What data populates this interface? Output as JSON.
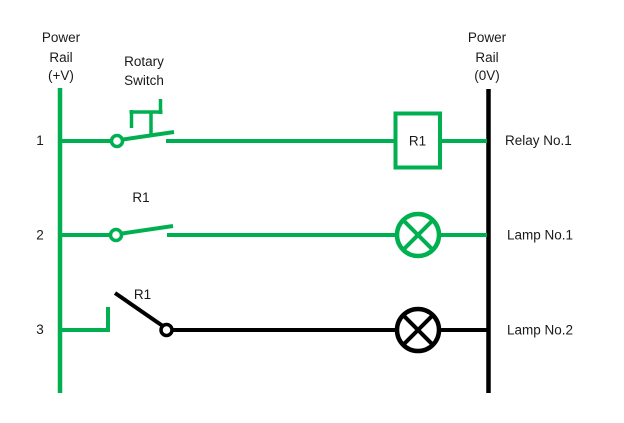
{
  "colors": {
    "energized": "#00B050",
    "de_energized": "#000000",
    "text": "#1a1a1a",
    "background": "#ffffff"
  },
  "rails": {
    "left": {
      "label_lines": [
        "Power",
        "Rail",
        "(+V)"
      ],
      "color": "#00B050"
    },
    "right": {
      "label_lines": [
        "Power",
        "Rail",
        "(0V)"
      ],
      "color": "#000000"
    }
  },
  "rungs": [
    {
      "number": "1",
      "switch_label_lines": [
        "Rotary",
        "Switch"
      ],
      "coil_label": "R1",
      "device_label": "Relay No.1",
      "color": "#00B050"
    },
    {
      "number": "2",
      "contact_label": "R1",
      "device_label": "Lamp No.1",
      "color": "#00B050"
    },
    {
      "number": "3",
      "contact_label": "R1",
      "device_label": "Lamp No.2",
      "color": "#000000",
      "feed_color": "#00B050"
    }
  ]
}
